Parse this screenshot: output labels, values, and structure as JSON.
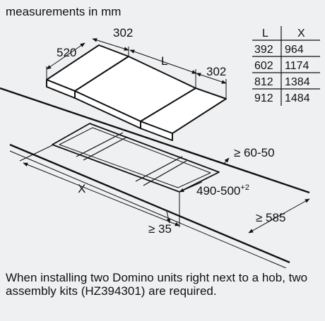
{
  "title": "measurements in mm",
  "top_view": {
    "dim_depth": "520",
    "dim_side_width": "302",
    "dim_length": "L",
    "dim_right_width": "302"
  },
  "table": {
    "headers": [
      "L",
      "X"
    ],
    "rows": [
      [
        "392",
        "964"
      ],
      [
        "602",
        "1174"
      ],
      [
        "812",
        "1384"
      ],
      [
        "912",
        "1484"
      ]
    ]
  },
  "cutout_view": {
    "dim_min_front_gap": "≥ 60-50",
    "dim_cutout_length": "X",
    "dim_cutout_depth": "490-500",
    "dim_cutout_depth_tolerance": "+2",
    "dim_min_side_gap": "≥ 35",
    "dim_min_depth": "≥ 585"
  },
  "footer_note": "When installing two Domino units right next to a hob, two assembly kits (HZ394301) are required."
}
